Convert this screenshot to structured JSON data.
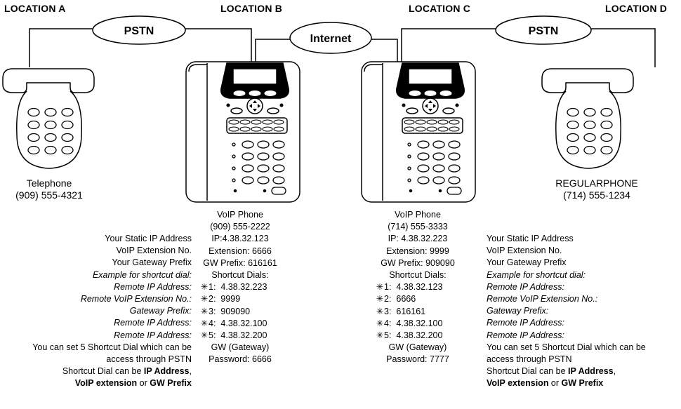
{
  "locations": {
    "a": "LOCATION A",
    "b": "LOCATION B",
    "c": "LOCATION C",
    "d": "LOCATION D"
  },
  "networks": {
    "pstn_left": "PSTN",
    "internet": "Internet",
    "pstn_right": "PSTN"
  },
  "phone_a": {
    "title": "Telephone",
    "number": "(909) 555-4321"
  },
  "phone_d": {
    "title": "REGULARPHONE",
    "number": "(714) 555-1234"
  },
  "voip_b": {
    "title": "VoIP Phone",
    "number": "(909) 555-2222",
    "ip": "IP:4.38.32.123",
    "extension": "Extension: 6666",
    "gw_prefix": "GW Prefix: 616161",
    "shortcut_header": "Shortcut Dials:",
    "shortcuts": [
      {
        "key": "1:",
        "value": "4.38.32.223"
      },
      {
        "key": "2:",
        "value": "9999"
      },
      {
        "key": "3:",
        "value": "909090"
      },
      {
        "key": "4:",
        "value": "4.38.32.100"
      },
      {
        "key": "5:",
        "value": "4.38.32.200"
      }
    ],
    "gw_label": "GW (Gateway)",
    "password": "Password: 6666"
  },
  "voip_c": {
    "title": "VoIP Phone",
    "number": "(714) 555-3333",
    "ip": "IP: 4.38.32.223",
    "extension": "Extension: 9999",
    "gw_prefix": "GW Prefix: 909090",
    "shortcut_header": "Shortcut Dials:",
    "shortcuts": [
      {
        "key": "1:",
        "value": "4.38.32.123"
      },
      {
        "key": "2:",
        "value": "6666"
      },
      {
        "key": "3:",
        "value": "616161"
      },
      {
        "key": "4:",
        "value": "4.38.32.100"
      },
      {
        "key": "5:",
        "value": "4.38.32.200"
      }
    ],
    "gw_label": "GW (Gateway)",
    "password": "Password: 7777"
  },
  "legend": {
    "static_ip": "Your Static IP Address",
    "ext_no": "VoIP Extension No.",
    "gw_prefix": "Your Gateway Prefix",
    "example": "Example for shortcut dial:",
    "remote_ip_1": "Remote IP Address:",
    "remote_ext": "Remote VoIP Extension No.:",
    "gateway_prefix": "Gateway Prefix:",
    "remote_ip_2": "Remote IP Address:",
    "remote_ip_3": "Remote IP Address:",
    "note_1": "You can set 5 Shortcut Dial which can be",
    "note_2": "access through PSTN",
    "note_3_pre": "Shortcut Dial can be ",
    "note_3_bold": "IP Address",
    "note_3_post": ",",
    "note_4_bold1": "VoIP extension",
    "note_4_mid": " or ",
    "note_4_bold2": "GW Prefix"
  },
  "star_symbol": "✳"
}
